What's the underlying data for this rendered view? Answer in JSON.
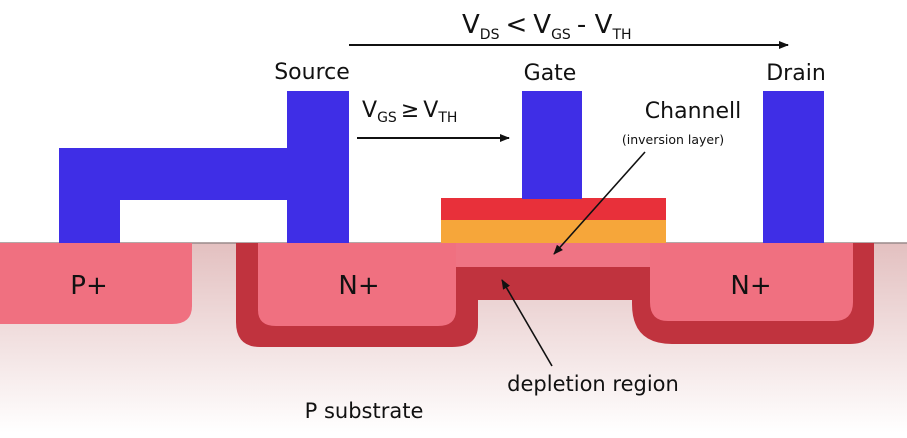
{
  "diagram": {
    "equations": {
      "vds_condition": {
        "v1": "V",
        "s1": "DS",
        "op1": "<",
        "v2": "V",
        "s2": "GS",
        "op2": "-",
        "v3": "V",
        "s3": "TH"
      },
      "vgs_condition": {
        "v1": "V",
        "s1": "GS",
        "op1": "≥",
        "v2": "V",
        "s2": "TH"
      }
    },
    "terminals": {
      "source": "Source",
      "gate": "Gate",
      "drain": "Drain"
    },
    "regions": {
      "p_plus": "P+",
      "n_plus_left": "N+",
      "n_plus_right": "N+",
      "p_substrate": "P substrate",
      "depletion": "depletion region"
    },
    "channel": {
      "label": "Channell",
      "sublabel": "(inversion layer)"
    },
    "colors": {
      "metal": "#3f2ee6",
      "doped_region": "#f07080",
      "depletion": "#c0333e",
      "substrate_top": "#e3c0c0",
      "substrate_bottom": "#ffffff",
      "gate_top": "#e8303a",
      "oxide": "#f6a63a",
      "channel": "#ef7484"
    }
  }
}
